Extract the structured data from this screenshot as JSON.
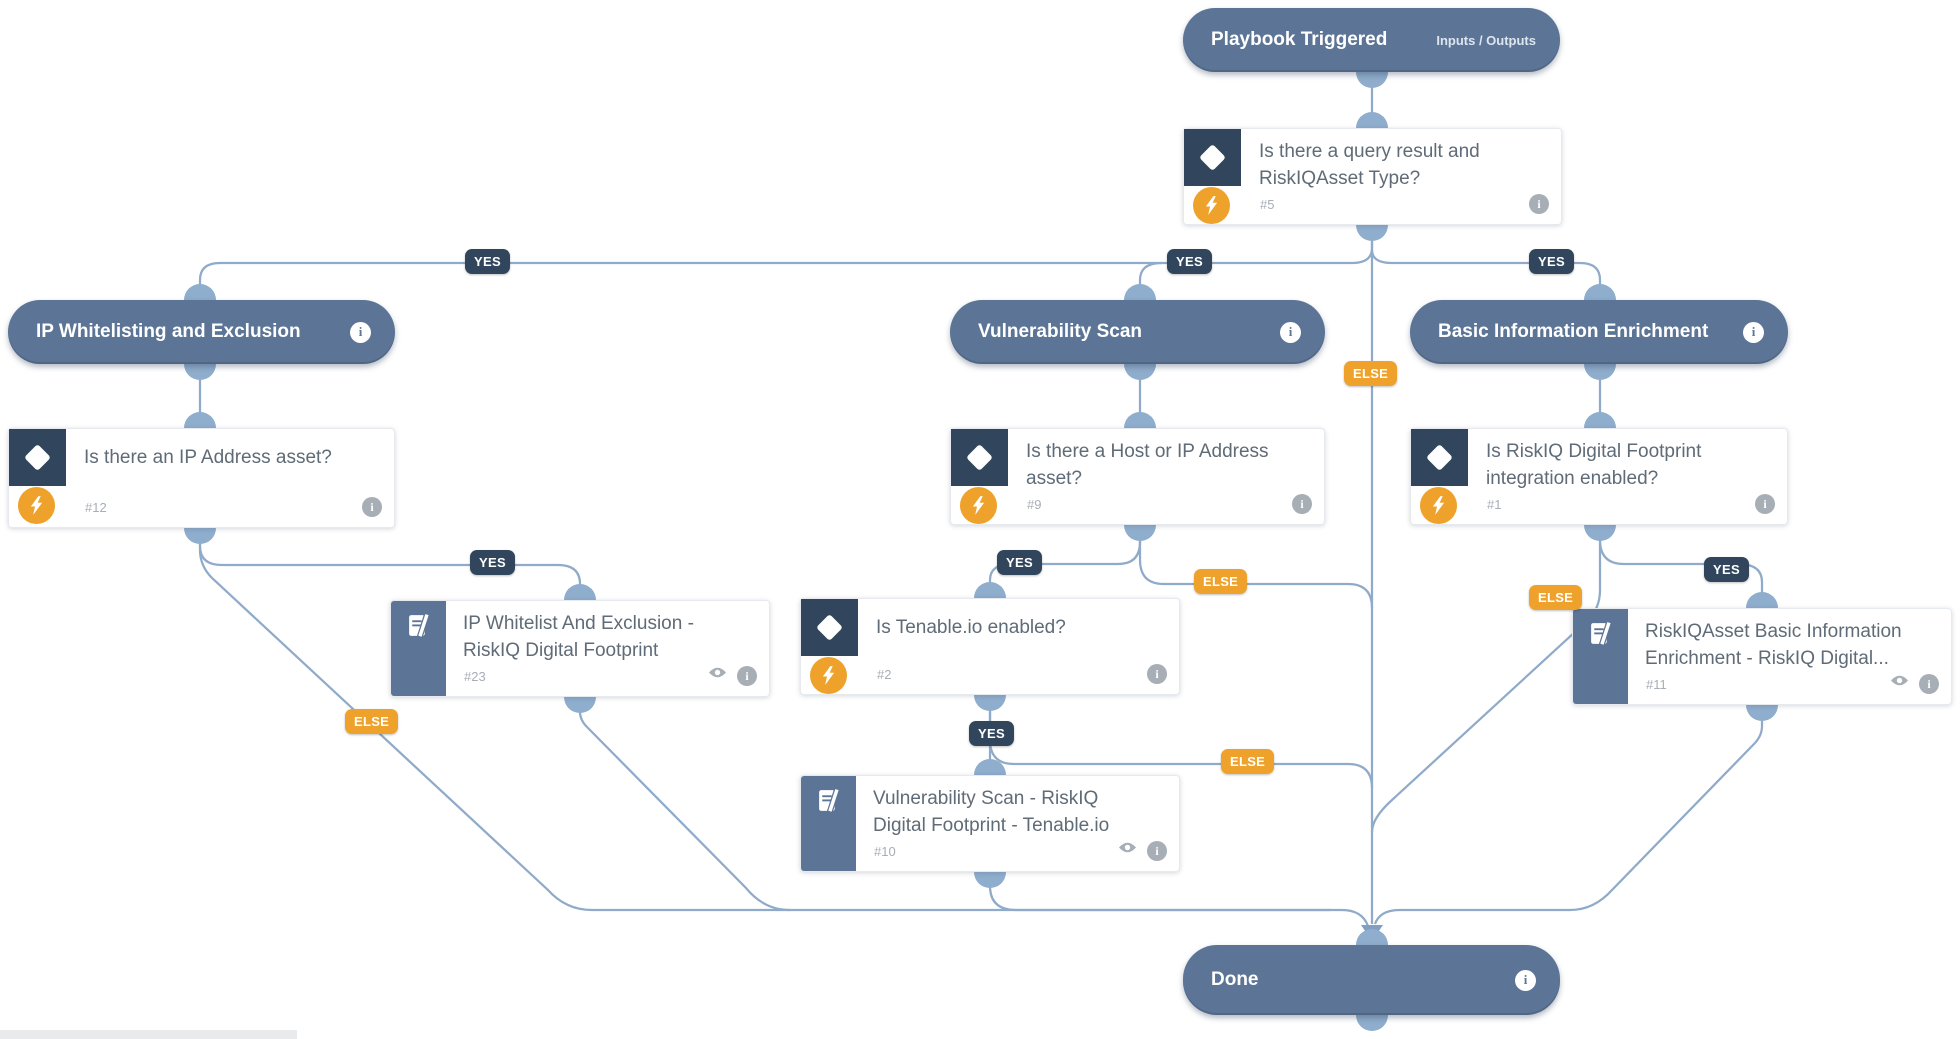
{
  "colors": {
    "pill": "#5c7596",
    "connector": "#8fabc9",
    "yes_badge": "#31465c",
    "else_badge": "#efa22b",
    "condition_icon_bg": "#31465c",
    "bolt_bg": "#efa22b",
    "title_text": "#5f6b76",
    "muted_text": "#a7aeb6"
  },
  "icons": {
    "info": "i"
  },
  "nodes": {
    "playbook_triggered": {
      "title": "Playbook Triggered",
      "right_label": "Inputs / Outputs"
    },
    "cond5": {
      "title": "Is there a query result and RiskIQAsset Type?",
      "id": "#5"
    },
    "section_ip": {
      "title": "IP Whitelisting and Exclusion"
    },
    "section_vuln": {
      "title": "Vulnerability Scan"
    },
    "section_basic": {
      "title": "Basic Information Enrichment"
    },
    "cond12": {
      "title": "Is there an IP Address asset?",
      "id": "#12"
    },
    "cond9": {
      "title": "Is there a Host or IP Address asset?",
      "id": "#9"
    },
    "cond1": {
      "title": "Is RiskIQ Digital Footprint integration enabled?",
      "id": "#1"
    },
    "pb23": {
      "title": "IP Whitelist And Exclusion - RiskIQ Digital Footprint",
      "id": "#23"
    },
    "cond2": {
      "title": "Is Tenable.io enabled?",
      "id": "#2"
    },
    "pb11": {
      "title": "RiskIQAsset Basic Information Enrichment - RiskIQ Digital...",
      "id": "#11"
    },
    "pb10": {
      "title": "Vulnerability Scan - RiskIQ Digital Footprint - Tenable.io",
      "id": "#10"
    },
    "done": {
      "title": "Done"
    }
  },
  "badges": [
    {
      "label": "YES"
    },
    {
      "label": "YES"
    },
    {
      "label": "YES"
    },
    {
      "label": "ELSE"
    },
    {
      "label": "YES"
    },
    {
      "label": "ELSE"
    },
    {
      "label": "YES"
    },
    {
      "label": "ELSE"
    },
    {
      "label": "YES"
    },
    {
      "label": "ELSE"
    },
    {
      "label": "YES"
    },
    {
      "label": "ELSE"
    }
  ]
}
